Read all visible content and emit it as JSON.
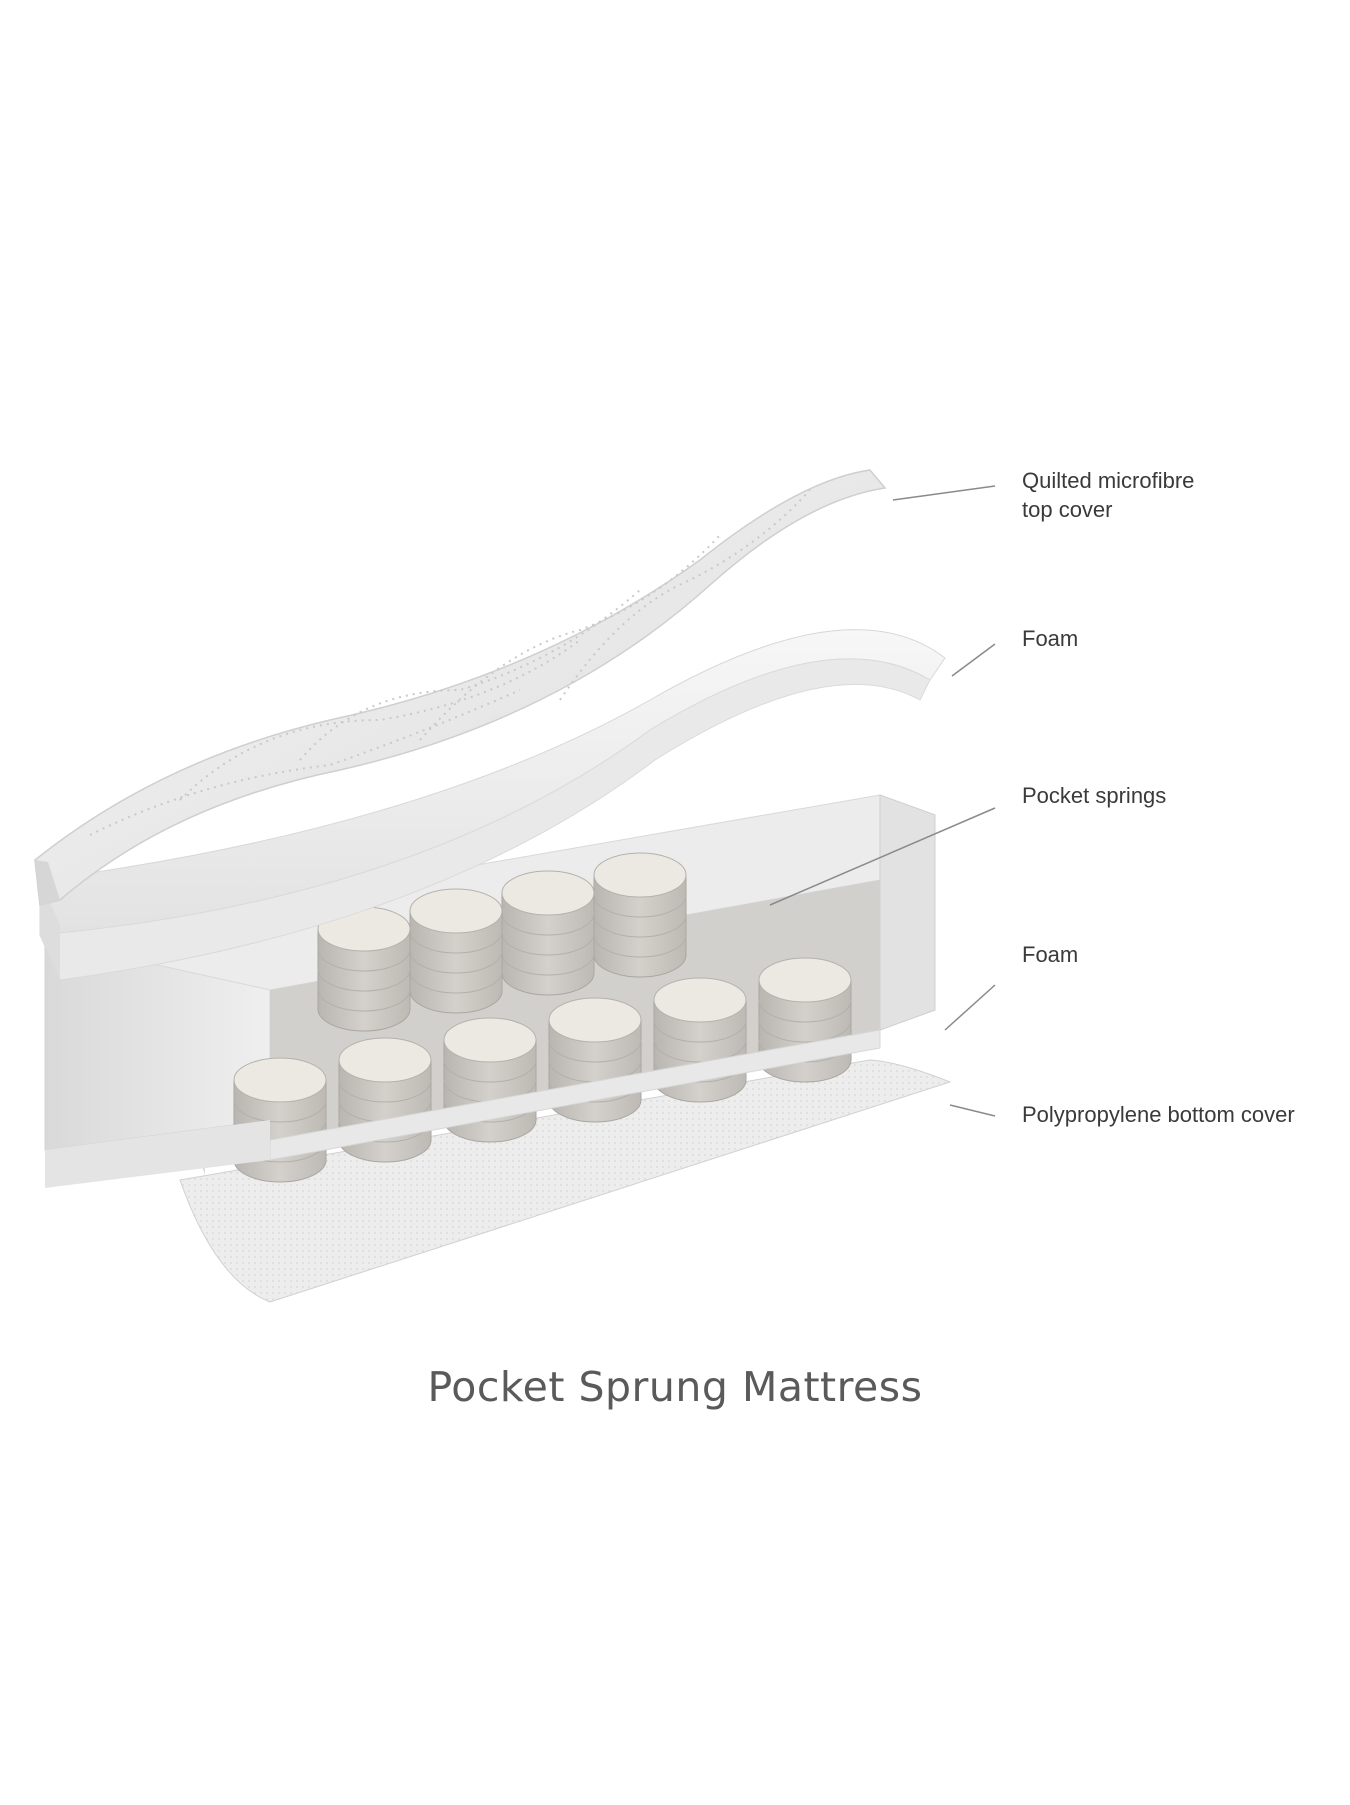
{
  "callouts": [
    {
      "id": "top-cover",
      "label": "Quilted microfibre\ntop cover"
    },
    {
      "id": "upper-foam",
      "label": "Foam"
    },
    {
      "id": "springs",
      "label": "Pocket springs"
    },
    {
      "id": "lower-foam",
      "label": "Foam"
    },
    {
      "id": "bottom-cover",
      "label": "Polypropylene bottom cover"
    }
  ],
  "caption": "Pocket Sprung Mattress",
  "colors": {
    "text": "#3a3a3a",
    "caption": "#5a5a5a",
    "leader": "#8a8a8a",
    "spring_top": "#ece8e2",
    "spring_side": "#c9c5c0",
    "foam": "#eeeeee",
    "cover": "#f3f3f3"
  }
}
